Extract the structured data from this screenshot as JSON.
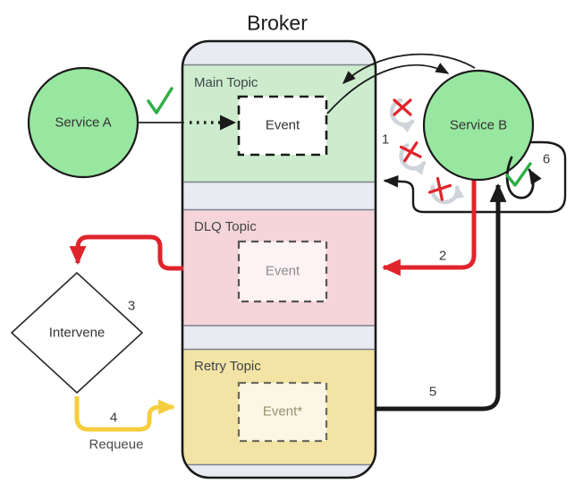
{
  "broker": {
    "title": "Broker",
    "sections": [
      {
        "label": "Main Topic",
        "event": "Event"
      },
      {
        "label": "DLQ Topic",
        "event": "Event"
      },
      {
        "label": "Retry Topic",
        "event": "Event*"
      }
    ]
  },
  "nodes": {
    "service_a": "Service A",
    "service_b": "Service B",
    "intervene": "Intervene"
  },
  "labels": {
    "requeue": "Requeue"
  },
  "steps": [
    "1",
    "2",
    "3",
    "4",
    "5",
    "6"
  ],
  "icons": [
    "check-icon",
    "retry-fail-loop-icon",
    "x-icon",
    "success-loop-icon"
  ],
  "colors": {
    "service_fill": "#98e7a0",
    "main_topic_fill": "#cdeccd",
    "dlq_topic_fill": "#f5d5d9",
    "retry_topic_fill": "#f3e3a4",
    "broker_bg": "#e9ebf2",
    "outline": "#1a1a1a",
    "red": "#e0242b",
    "yellow": "#f5ce3e",
    "green_check": "#2fae45",
    "gray_icon": "#cfd3da"
  }
}
